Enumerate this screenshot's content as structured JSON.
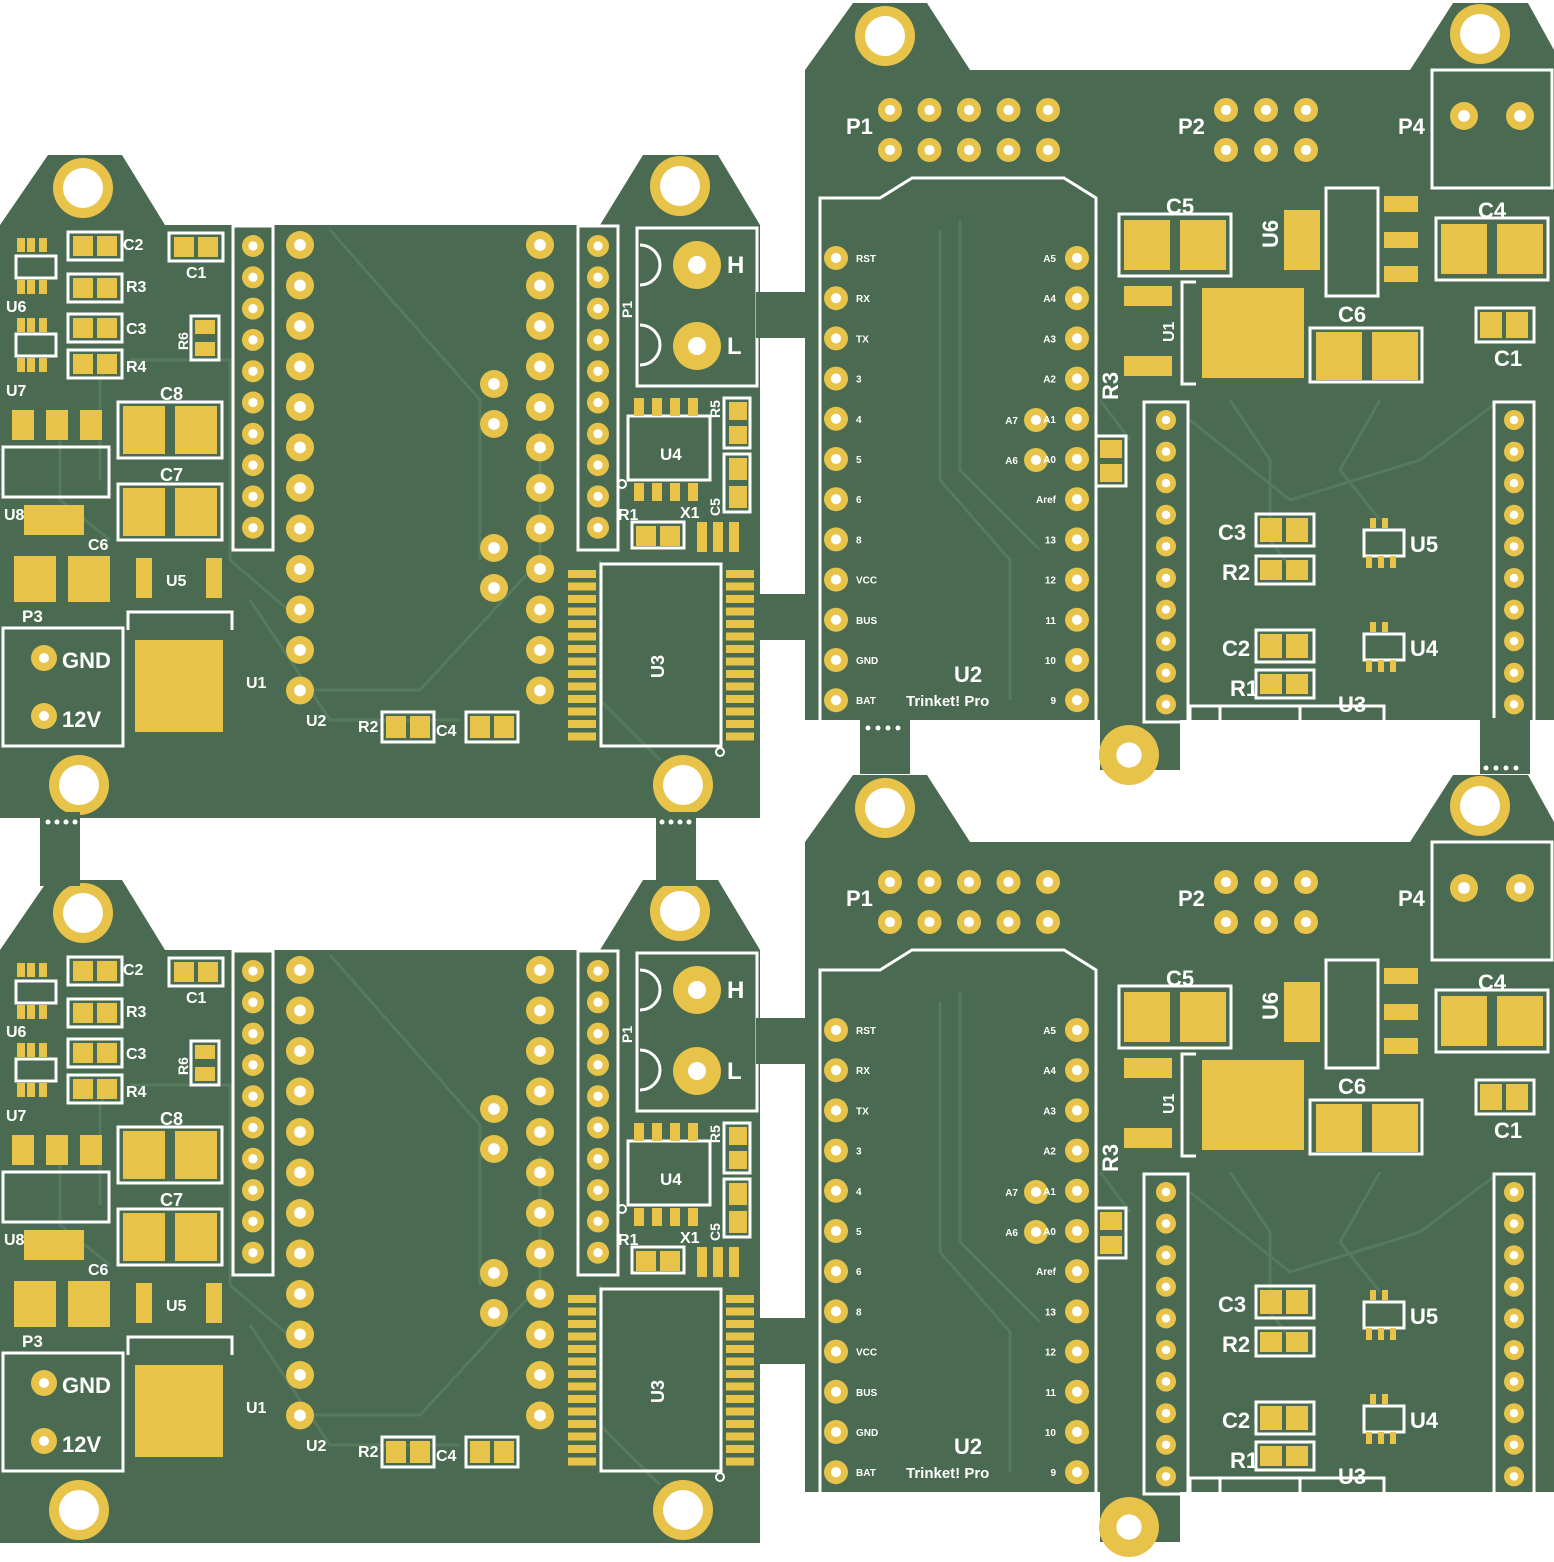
{
  "colors": {
    "soldermask": "#4a6b52",
    "trace": "#557a5c",
    "copper": "#e8c34a",
    "silk": "#ffffff",
    "background": "#ffffff"
  },
  "board_a": {
    "refs": {
      "C2": "C2",
      "C1": "C1",
      "R3": "R3",
      "C3": "C3",
      "R6": "R6",
      "R4": "R4",
      "U6": "U6",
      "U7": "U7",
      "C8": "C8",
      "C7": "C7",
      "U8": "U8",
      "C6": "C6",
      "U5": "U5",
      "P3": "P3",
      "U1": "U1",
      "U2": "U2",
      "R2": "R2",
      "C4": "C4",
      "P1": "P1",
      "R5": "R5",
      "U4": "U4",
      "R1": "R1",
      "X1": "X1",
      "C5": "C5",
      "U3": "U3"
    },
    "terminal_top": "H",
    "terminal_bottom": "L",
    "power_gnd": "GND",
    "power_12v": "12V"
  },
  "board_b": {
    "refs": {
      "P1": "P1",
      "P2": "P2",
      "P4": "P4",
      "C5": "C5",
      "U6": "U6",
      "C4": "C4",
      "U1": "U1",
      "C6": "C6",
      "C1": "C1",
      "R3": "R3",
      "C3": "C3",
      "U5": "U5",
      "R2": "R2",
      "C2": "C2",
      "U4": "U4",
      "R1": "R1",
      "U3": "U3",
      "U2": "U2"
    },
    "module_name": "Trinket! Pro",
    "left_pins": [
      "RST",
      "RX",
      "TX",
      "3",
      "4",
      "5",
      "6",
      "8",
      "VCC",
      "BUS",
      "GND",
      "BAT"
    ],
    "right_pins": [
      "A5",
      "A4",
      "A3",
      "A2",
      "A1",
      "A0",
      "Aref",
      "13",
      "12",
      "11",
      "10",
      "9"
    ],
    "inner_pins": [
      "A7",
      "A6"
    ]
  }
}
